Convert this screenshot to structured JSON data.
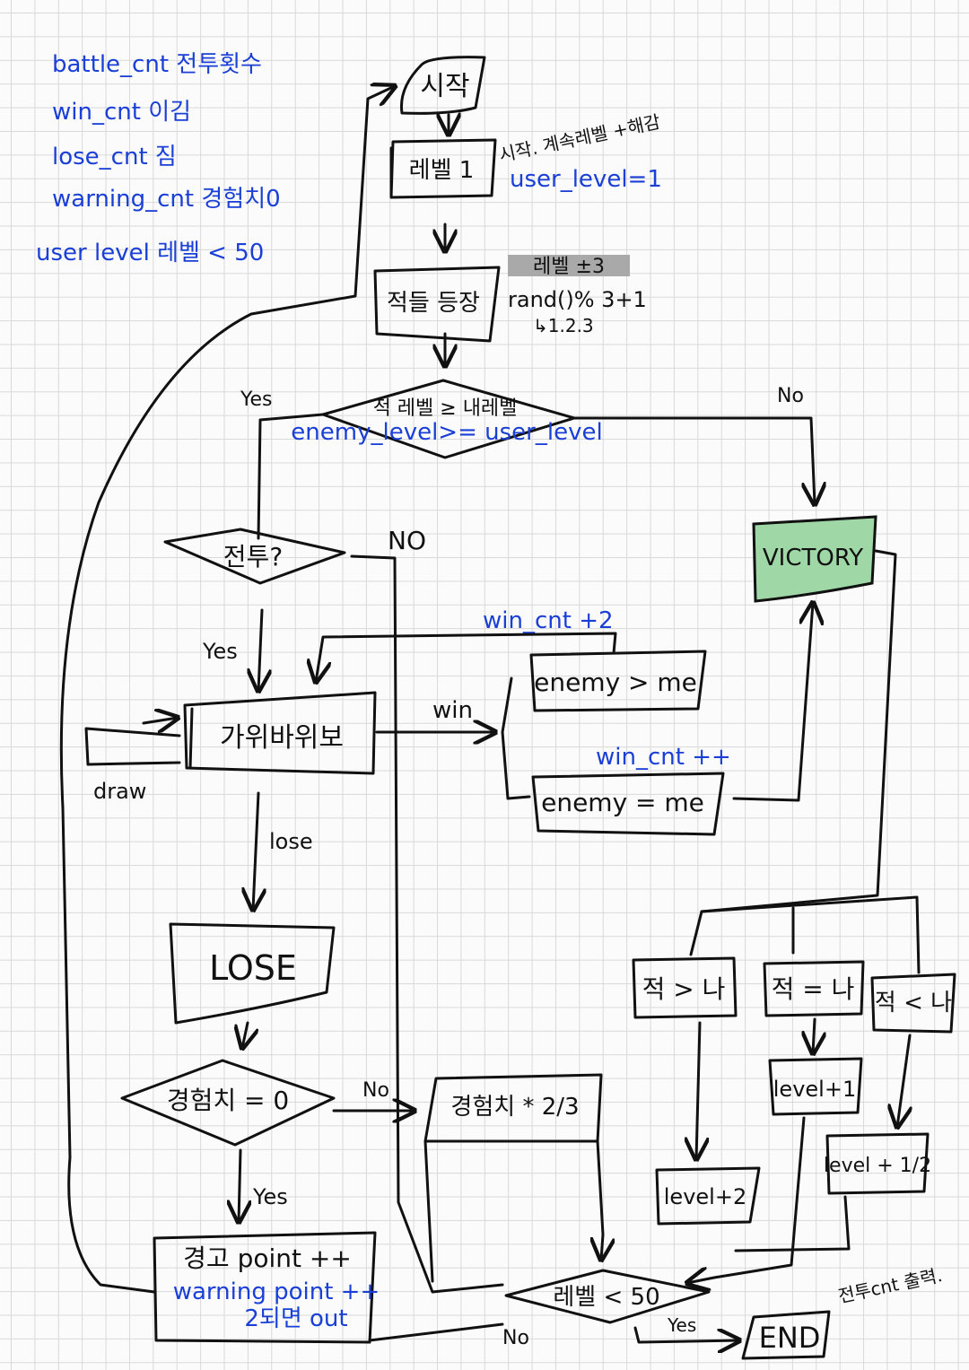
{
  "legend": [
    {
      "var": "battle_cnt",
      "desc": "전투횟수"
    },
    {
      "var": "win_cnt",
      "desc": "이김"
    },
    {
      "var": "lose_cnt",
      "desc": "짐"
    },
    {
      "var": "warning_cnt",
      "desc": "경험치0"
    },
    {
      "var": "user level",
      "desc": "레벨 < 50"
    }
  ],
  "nodes": {
    "start": "시작",
    "level1": "레벨 1",
    "level1_note": "시작. 계속레벨 +해감",
    "level1_code": "user_level=1",
    "enemy_appear": "적들 등장",
    "enemy_level_hint": "레벨 ±3",
    "enemy_rand": "rand()% 3+1",
    "enemy_rand_result": "↳1.2.3",
    "compare": "적 레벨 ≥ 내레벨",
    "compare_code": "enemy_level>= user_level",
    "battle": "전투?",
    "rps": "가위바위보",
    "win_gt": "enemy > me",
    "win_eq": "enemy = me",
    "victory": "VICTORY",
    "lose": "LOSE",
    "exp_zero": "경험치 = 0",
    "warning": "경고 point ++",
    "warning_note1": "warning point ++",
    "warning_note2": "2되면 out",
    "exp_mul": "경험치 * 2/3",
    "cmp_gt": "적 > 나",
    "cmp_eq": "적 = 나",
    "cmp_lt": "적 < 나",
    "lvl_plus1": "level+1",
    "lvl_plus2": "level+2",
    "lvl_half": "level + 1/2",
    "lvl_check": "레벨 < 50",
    "end": "END",
    "end_note": "전투cnt 출력."
  },
  "edges": {
    "yes1": "Yes",
    "no1": "No",
    "no_battle": "NO",
    "yes_battle": "Yes",
    "win": "win",
    "win_cnt_plus2": "win_cnt +2",
    "win_cnt_plusplus": "win_cnt ++",
    "draw": "draw",
    "lose": "lose",
    "no_exp": "No",
    "yes_exp": "Yes",
    "no_end": "No",
    "yes_end": "Yes"
  },
  "colors": {
    "ink": "#111111",
    "note": "#1a3fd6",
    "victory": "#9fd8a6",
    "highlight": "#a9a9a9"
  }
}
